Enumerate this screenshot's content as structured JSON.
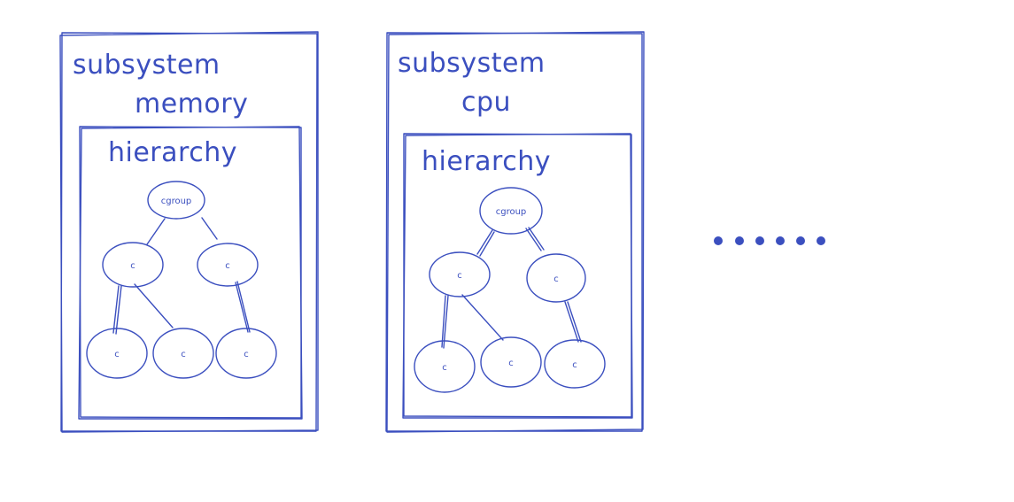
{
  "colors": {
    "ink": "#3b4fbf",
    "background": "#ffffff"
  },
  "diagram": {
    "subsystems": [
      {
        "title": "subsystem",
        "subtitle": "memory",
        "hierarchy_label": "hierarchy",
        "root_label": "cgroup",
        "child_label": "c"
      },
      {
        "title": "subsystem",
        "subtitle": "cpu",
        "hierarchy_label": "hierarchy",
        "root_label": "cgroup",
        "child_label": "c"
      }
    ],
    "ellipsis": "......"
  }
}
